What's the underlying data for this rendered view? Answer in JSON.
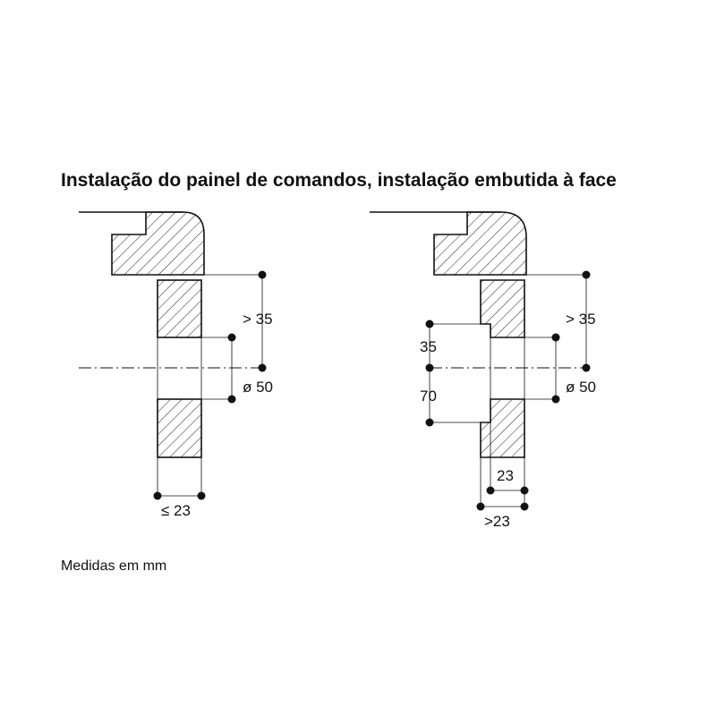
{
  "title": "Instalação do painel de comandos, instalação embutida à face",
  "footer": "Medidas em mm",
  "left_diagram": {
    "dim_thickness": "≤ 23",
    "dim_hole": "ø 50",
    "dim_edge": "> 35"
  },
  "right_diagram": {
    "dim_35": "35",
    "dim_70": "70",
    "dim_hole": "ø 50",
    "dim_edge": "> 35",
    "dim_23": "23",
    "dim_gt23": ">23"
  }
}
